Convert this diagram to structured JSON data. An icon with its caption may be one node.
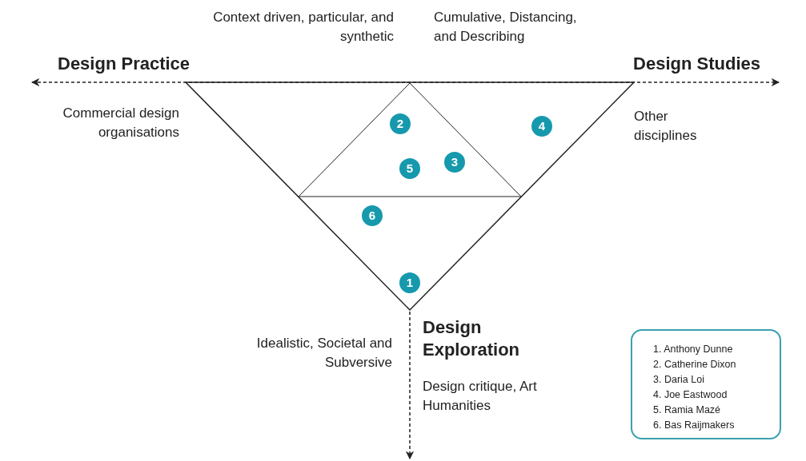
{
  "diagram": {
    "nodes": [
      {
        "text": [
          "2"
        ]
      },
      {
        "text": [
          "4"
        ]
      },
      {
        "text": [
          "3"
        ]
      },
      {
        "text": [
          "5"
        ]
      },
      {
        "text": [
          "6"
        ]
      },
      {
        "text": [
          "1"
        ]
      },
      {
        "text": [
          "1. Anthony Dunne",
          "2. Catherine Dixon",
          "3. Daria Loi",
          "4. Joe Eastwood",
          "5. Ramia Mazé",
          "6. Bas Raijmakers"
        ]
      }
    ],
    "edges": [],
    "labels": [
      "Context driven, particular, and synthetic",
      "Cumulative, Distancing, and Describing",
      "Design Practice",
      "Design Studies",
      "Commercial design organisations",
      "Other disciplines",
      "Idealistic, Societal and Subversive",
      "Design Exploration",
      "Design critique, Art Humanities"
    ]
  }
}
